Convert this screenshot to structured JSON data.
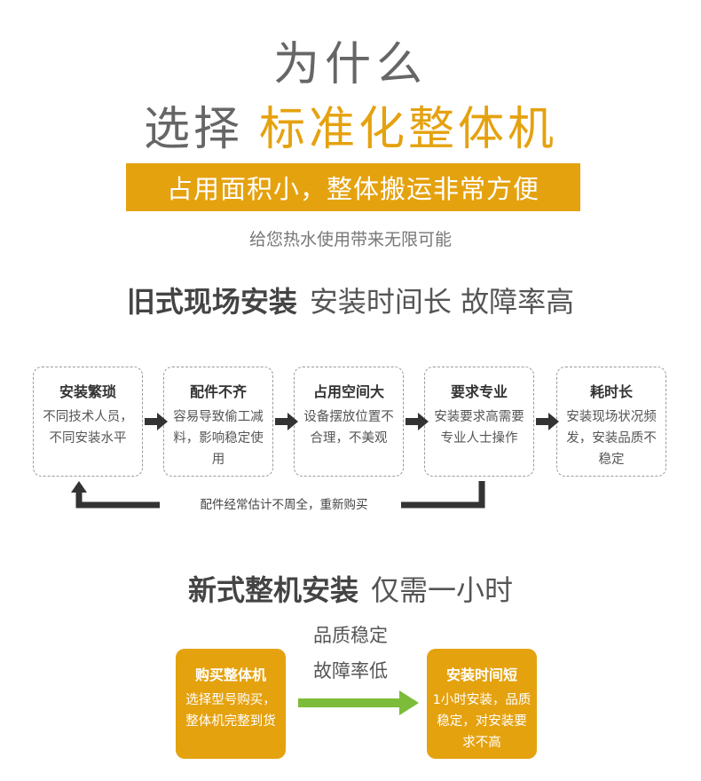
{
  "header": {
    "title_line1": "为什么",
    "title_line2_prefix": "选择",
    "title_line2_highlight": "标准化整体机",
    "banner": "占用面积小，整体搬运非常方便",
    "subtitle": "给您热水使用带来无限可能"
  },
  "old_install": {
    "heading_bold": "旧式现场安装",
    "heading_rest": "安装时间长 故障率高",
    "steps": [
      {
        "title": "安装繁琐",
        "desc": "不同技术人员，不同安装水平"
      },
      {
        "title": "配件不齐",
        "desc": "容易导致偷工减料，影响稳定使用"
      },
      {
        "title": "占用空间大",
        "desc": "设备摆放位置不合理，不美观"
      },
      {
        "title": "要求专业",
        "desc": "安装要求高需要专业人士操作"
      },
      {
        "title": "耗时长",
        "desc": "安装现场状况频发，安装品质不稳定"
      }
    ],
    "loop_note": "配件经常估计不周全，重新购买"
  },
  "new_install": {
    "heading_bold": "新式整机安装",
    "heading_rest": "仅需一小时",
    "left_box": {
      "title": "购买整体机",
      "desc": "选择型号购买，整体机完整到货"
    },
    "right_box": {
      "title": "安装时间短",
      "desc": "1小时安装，品质稳定，对安装要求不高"
    },
    "mid_label1": "品质稳定",
    "mid_label2": "故障率低"
  },
  "colors": {
    "accent": "#e5a20f",
    "green": "#7dbb3a",
    "arrow_dark": "#333333"
  }
}
